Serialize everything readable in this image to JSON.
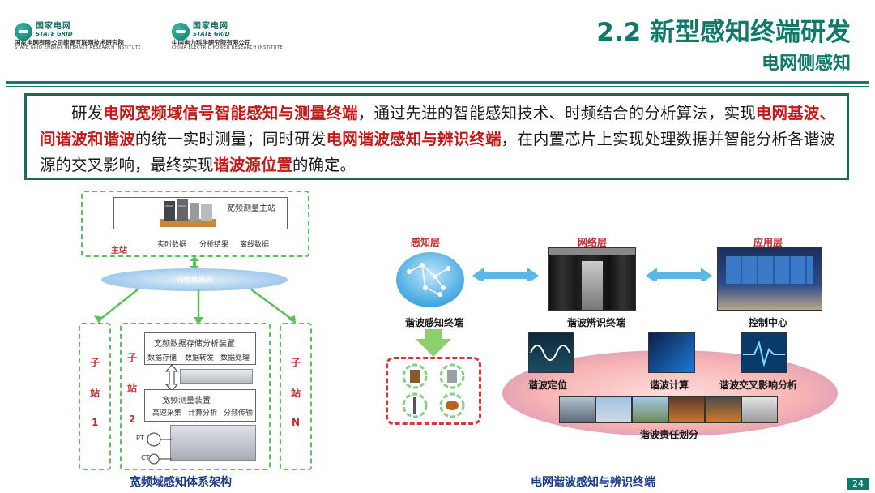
{
  "header": {
    "logo1": {
      "name_cn": "国家电网",
      "name_en": "STATE GRID",
      "org_cn": "国家电网有限公司能源互联网技术研究院",
      "org_en": "STATE GRID ENERGY INTERNET RESEARCH INSTITUTE"
    },
    "logo2": {
      "name_cn": "国家电网",
      "name_en": "STATE GRID",
      "org_cn": "中国电力科学研究院有限公司",
      "org_en": "CHINA ELECTRIC POWER RESEARCH INSTITUTE"
    },
    "title": "2.2 新型感知终端研发",
    "subtitle": "电网侧感知"
  },
  "intro": {
    "t1": "研发",
    "h1": "电网宽频域信号智能感知与测量终端",
    "t2": "，通过先进的智能感知技术、时频结合的分析算法，实现",
    "h2": "电网基波、间谐波和谐波",
    "t3": "的统一实时测量；同时研发",
    "h3": "电网谐波感知与辨识终端",
    "t4": "，在内置芯片上实现处理数据并智能分析各谐波源的交叉影响，最终实现",
    "h4": "谐波源位置",
    "t5": "的确定。"
  },
  "left_diagram": {
    "master_station_box": "宽频测量主站",
    "master_items": [
      "实时数据",
      "分析结果",
      "离线数据"
    ],
    "master_label": "主站",
    "network": "调度数据网",
    "storage_device": "宽频数据存储分析装置",
    "storage_items": [
      "数据存储",
      "数据转发",
      "数据处理"
    ],
    "measure_device": "宽频测量装置",
    "measure_items": [
      "高速采集",
      "计算分析",
      "分频传输"
    ],
    "pt": "PT",
    "ct": "CT",
    "substation1": [
      "子",
      "站",
      "1"
    ],
    "substation2": [
      "子",
      "站",
      "2"
    ],
    "substationN": [
      "子",
      "站",
      "N"
    ],
    "caption": "宽频域感知体系架构"
  },
  "right_diagram": {
    "layers": [
      "感知层",
      "网络层",
      "应用层"
    ],
    "nodes": [
      "谐波感知终端",
      "谐波辨识终端",
      "控制中心"
    ],
    "functions": [
      "谐波定位",
      "谐波计算",
      "谐波交叉影响分析"
    ],
    "responsibility": "谐波责任划分",
    "caption": "电网谐波感知与辨识终端"
  },
  "page_number": "24",
  "colors": {
    "brand_green": "#0f7a6a",
    "highlight_red": "#c41a1a",
    "dashed_green": "#5cc05c",
    "caption_blue": "#1b3a8c"
  }
}
